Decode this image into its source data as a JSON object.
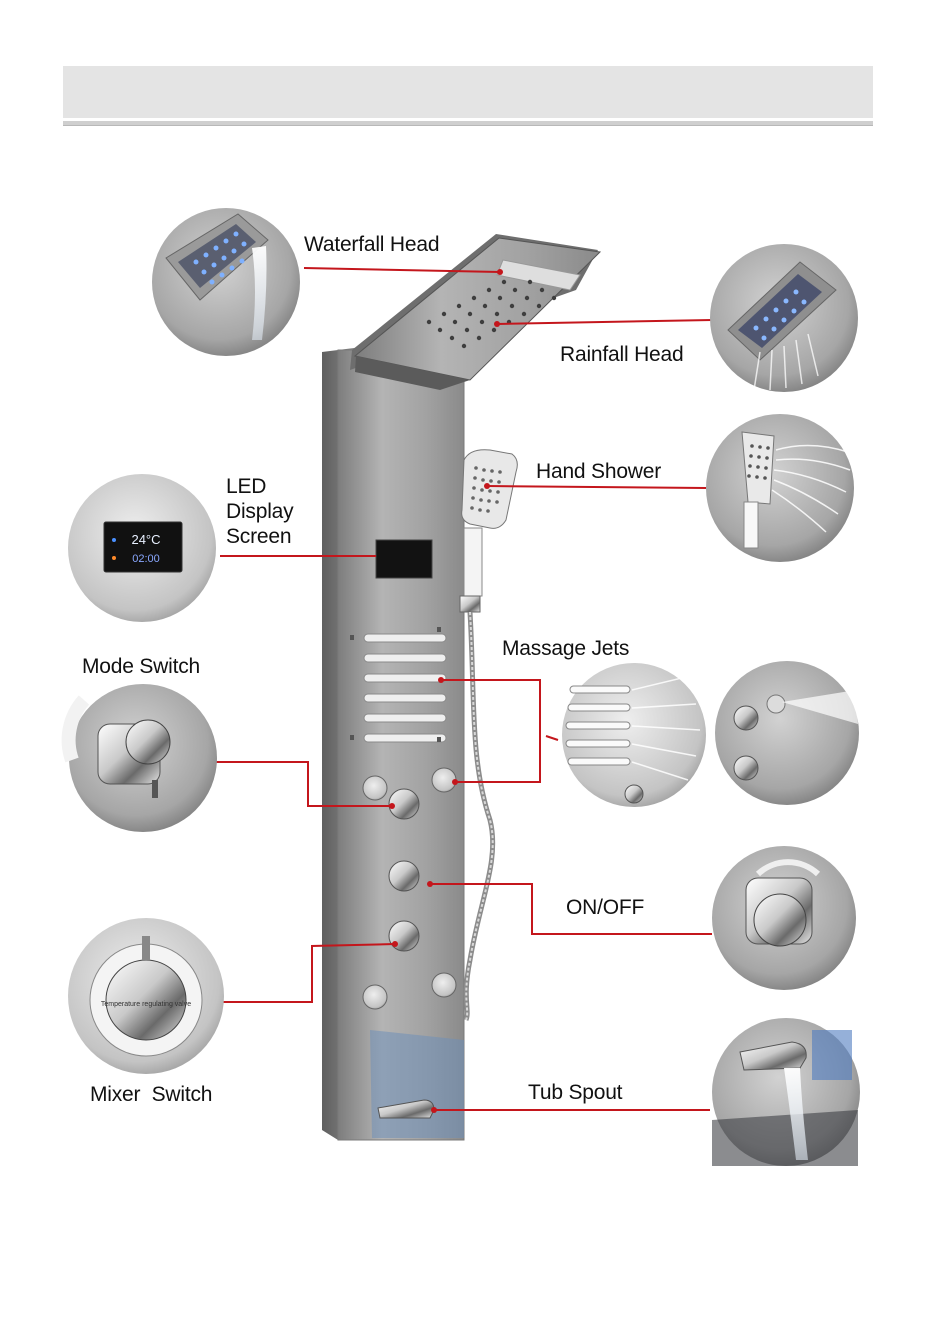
{
  "labels": {
    "waterfall_head": "Waterfall Head",
    "rainfall_head": "Rainfall Head",
    "hand_shower": "Hand Shower",
    "led_display_screen": "LED Display Screen",
    "massage_jets": "Massage Jets",
    "mode_switch": "Mode Switch",
    "on_off": "ON/OFF",
    "mixer_switch": "Mixer  Switch",
    "tub_spout": "Tub Spout"
  },
  "led_display": {
    "temperature": "24°C",
    "time": "02:00"
  },
  "mixer_knob": {
    "engraving": "Temperature regulating valve"
  },
  "colors": {
    "callout_line": "#c4161c",
    "header_bar": "#e4e4e4",
    "panel_metal": "#9c9c9c",
    "led_blue": "#5a8df0"
  }
}
